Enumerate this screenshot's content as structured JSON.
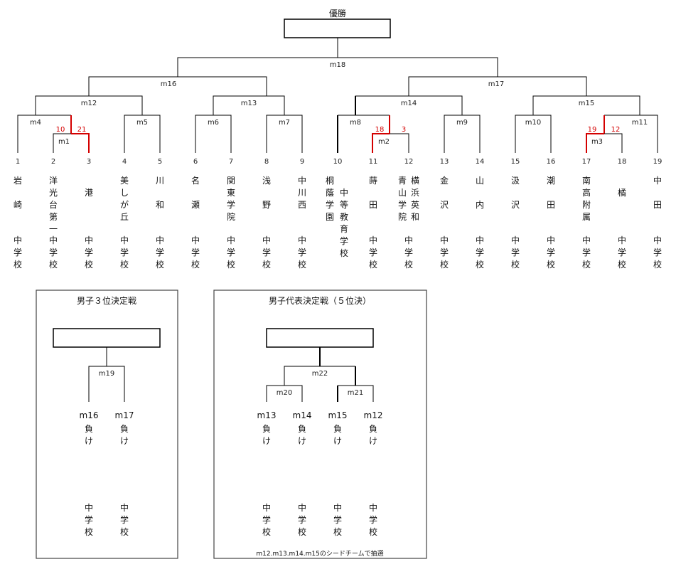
{
  "colors": {
    "line": "#000000",
    "winner": "#d40000",
    "score": "#d40000"
  },
  "title": "優勝",
  "schools": [
    {
      "seed": "1",
      "name": "岩崎",
      "suffix": "中学校"
    },
    {
      "seed": "2",
      "name": "洋光台第一",
      "suffix": "中学校"
    },
    {
      "seed": "3",
      "name": "港",
      "suffix": "中学校"
    },
    {
      "seed": "4",
      "name": "美しが丘",
      "suffix": "中学校"
    },
    {
      "seed": "5",
      "name": "川和",
      "suffix": "中学校"
    },
    {
      "seed": "6",
      "name": "名瀬",
      "suffix": "中学校"
    },
    {
      "seed": "7",
      "name": "関東学院",
      "suffix": "中学校"
    },
    {
      "seed": "8",
      "name": "浅野",
      "suffix": "中学校"
    },
    {
      "seed": "9",
      "name": "中川西",
      "suffix": "中学校"
    },
    {
      "seed": "10",
      "name": "桐蔭学園",
      "name2": "中等教育学校",
      "suffix": ""
    },
    {
      "seed": "11",
      "name": "蒔田",
      "suffix": "中学校"
    },
    {
      "seed": "12",
      "name": "横浜",
      "name2": "青山学院",
      "name3": "英和",
      "suffix": "中学校"
    },
    {
      "seed": "13",
      "name": "金沢",
      "suffix": "中学校"
    },
    {
      "seed": "14",
      "name": "山内",
      "suffix": "中学校"
    },
    {
      "seed": "15",
      "name": "汲沢",
      "suffix": "中学校"
    },
    {
      "seed": "16",
      "name": "潮田",
      "suffix": "中学校"
    },
    {
      "seed": "17",
      "name": "南高附属",
      "suffix": "中学校"
    },
    {
      "seed": "18",
      "name": "橘",
      "suffix": "中学校"
    },
    {
      "seed": "19",
      "name": "中田",
      "suffix": "中学校"
    }
  ],
  "matches": {
    "m1": "m1",
    "m2": "m2",
    "m3": "m3",
    "m4": "m4",
    "m5": "m5",
    "m6": "m6",
    "m7": "m7",
    "m8": "m8",
    "m9": "m9",
    "m10": "m10",
    "m11": "m11",
    "m12": "m12",
    "m13": "m13",
    "m14": "m14",
    "m15": "m15",
    "m16": "m16",
    "m17": "m17",
    "m18": "m18"
  },
  "scores": [
    {
      "id": "m1",
      "left": "10",
      "right": "21"
    },
    {
      "id": "m2",
      "left": "18",
      "right": "3"
    },
    {
      "id": "m3",
      "left": "19",
      "right": "12"
    }
  ],
  "third_place": {
    "title": "男子３位決定戦",
    "match": "m19",
    "entries": [
      {
        "label": "m16",
        "sub": "負け",
        "suffix": "中学校"
      },
      {
        "label": "m17",
        "sub": "負け",
        "suffix": "中学校"
      }
    ]
  },
  "representative": {
    "title": "男子代表決定戦（５位決）",
    "final": "m22",
    "semis": [
      "m20",
      "m21"
    ],
    "entries": [
      {
        "label": "m13",
        "sub": "負け",
        "suffix": "中学校"
      },
      {
        "label": "m14",
        "sub": "負け",
        "suffix": "中学校"
      },
      {
        "label": "m15",
        "sub": "負け",
        "suffix": "中学校"
      },
      {
        "label": "m12",
        "sub": "負け",
        "suffix": "中学校"
      }
    ],
    "note": "m12.m13.m14.m15のシードチームで抽選"
  }
}
